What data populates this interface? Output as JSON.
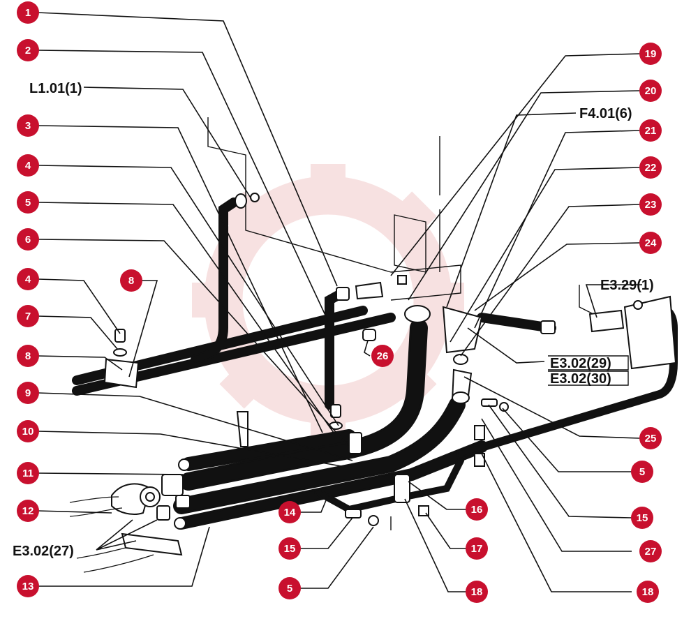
{
  "colors": {
    "callout_fill": "#c8102e",
    "callout_text": "#ffffff",
    "line": "#111111",
    "watermark": "#f2c9c9"
  },
  "watermark": {
    "icon": "gear-watermark-icon"
  },
  "callouts": [
    {
      "label": "1"
    },
    {
      "label": "2"
    },
    {
      "label": "3"
    },
    {
      "label": "4"
    },
    {
      "label": "5"
    },
    {
      "label": "6"
    },
    {
      "label": "4"
    },
    {
      "label": "8"
    },
    {
      "label": "7"
    },
    {
      "label": "8"
    },
    {
      "label": "9"
    },
    {
      "label": "10"
    },
    {
      "label": "11"
    },
    {
      "label": "12"
    },
    {
      "label": "13"
    },
    {
      "label": "19"
    },
    {
      "label": "20"
    },
    {
      "label": "21"
    },
    {
      "label": "22"
    },
    {
      "label": "23"
    },
    {
      "label": "24"
    },
    {
      "label": "25"
    },
    {
      "label": "5"
    },
    {
      "label": "15"
    },
    {
      "label": "27"
    },
    {
      "label": "18"
    },
    {
      "label": "16"
    },
    {
      "label": "14"
    },
    {
      "label": "15"
    },
    {
      "label": "17"
    },
    {
      "label": "5"
    },
    {
      "label": "18"
    },
    {
      "label": "26"
    }
  ],
  "references": [
    {
      "text": "L1.01(1)"
    },
    {
      "text": "F4.01(6)"
    },
    {
      "text": "E3.29(1)"
    },
    {
      "text": "E3.02(29)"
    },
    {
      "text": "E3.02(30)"
    },
    {
      "text": "E3.02(27)"
    }
  ]
}
